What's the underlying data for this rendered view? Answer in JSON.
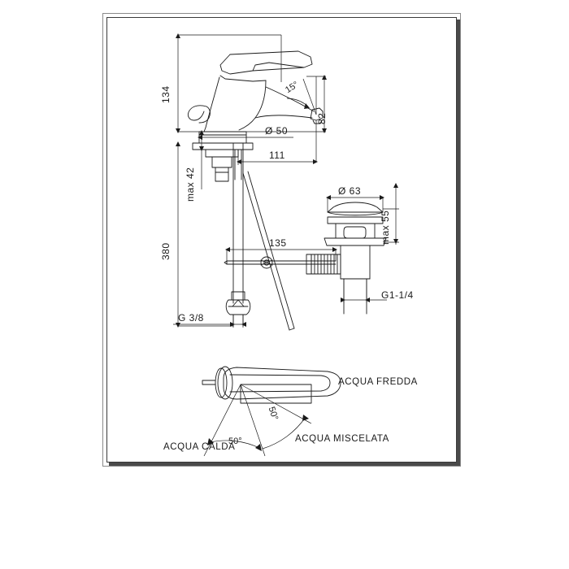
{
  "drawing": {
    "type": "technical-dimension-drawing",
    "subject": "single-lever basin mixer tap with pop-up waste",
    "units": "mm",
    "frame": {
      "border_color": "#3a3a3a",
      "shadow_color": "#4a4a4a",
      "background": "#ffffff"
    },
    "line_color": "#1a1a1a"
  },
  "dimensions": {
    "height_134": "134",
    "spout_height_82": "82",
    "spout_angle_15": "15°",
    "base_diameter_50": "Ø 50",
    "reach_111": "111",
    "max_thickness_42": "max 42",
    "supply_length_380": "380",
    "rod_length_135": "135",
    "supply_thread": "G 3/8",
    "waste_diameter_63": "Ø 63",
    "waste_max_55": "max 55",
    "waste_thread": "G1-1/4"
  },
  "lever_diagram": {
    "angle_left": "50°",
    "angle_right": "50°",
    "label_hot": "ACQUA CALDA",
    "label_cold": "ACQUA FREDDA",
    "label_mixed": "ACQUA MISCELATA"
  }
}
